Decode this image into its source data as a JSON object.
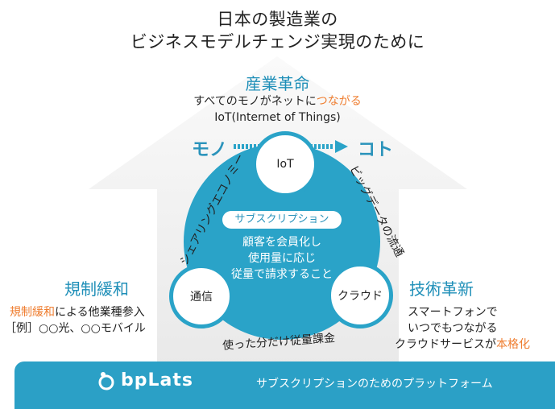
{
  "header": {
    "line1": "日本の製造業の",
    "line2": "ビジネスモデルチェンジ実現のために"
  },
  "top": {
    "heading": "産業革命",
    "desc_part1": "すべてのモノがネットに",
    "desc_highlight": "つながる",
    "desc_line2": "IoT(Internet of Things)"
  },
  "mono_label": "モノ",
  "koto_label": "コト",
  "circles": {
    "top": "IoT",
    "left": "通信",
    "right": "クラウド"
  },
  "center": {
    "pill": "サブスクリプション",
    "line1": "顧客を会員化し",
    "line2": "使用量に応じ",
    "line3": "従量で請求すること"
  },
  "arc_labels": {
    "left": "シェアリングエコノミー",
    "right": "ビッグデータの流通",
    "bottom": "使った分だけ従量課金"
  },
  "left_section": {
    "heading": "規制緩和",
    "line1_highlight": "規制緩和",
    "line1_rest": "による他業種参入",
    "line2": "［例］○○光、○○モバイル"
  },
  "right_section": {
    "heading": "技術革新",
    "line1": "スマートフォンで",
    "line2": "いつでもつながる",
    "line3_part": "クラウドサービスが",
    "line3_highlight": "本格化"
  },
  "footer": {
    "logo_text": "bpLats",
    "tagline": "サブスクリプションのためのプラットフォーム"
  },
  "colors": {
    "accent_blue": "#2aa3c8",
    "heading_blue": "#1f8fb8",
    "highlight_orange": "#ef7d2f",
    "arrow_gray": "#f0f0f0"
  }
}
